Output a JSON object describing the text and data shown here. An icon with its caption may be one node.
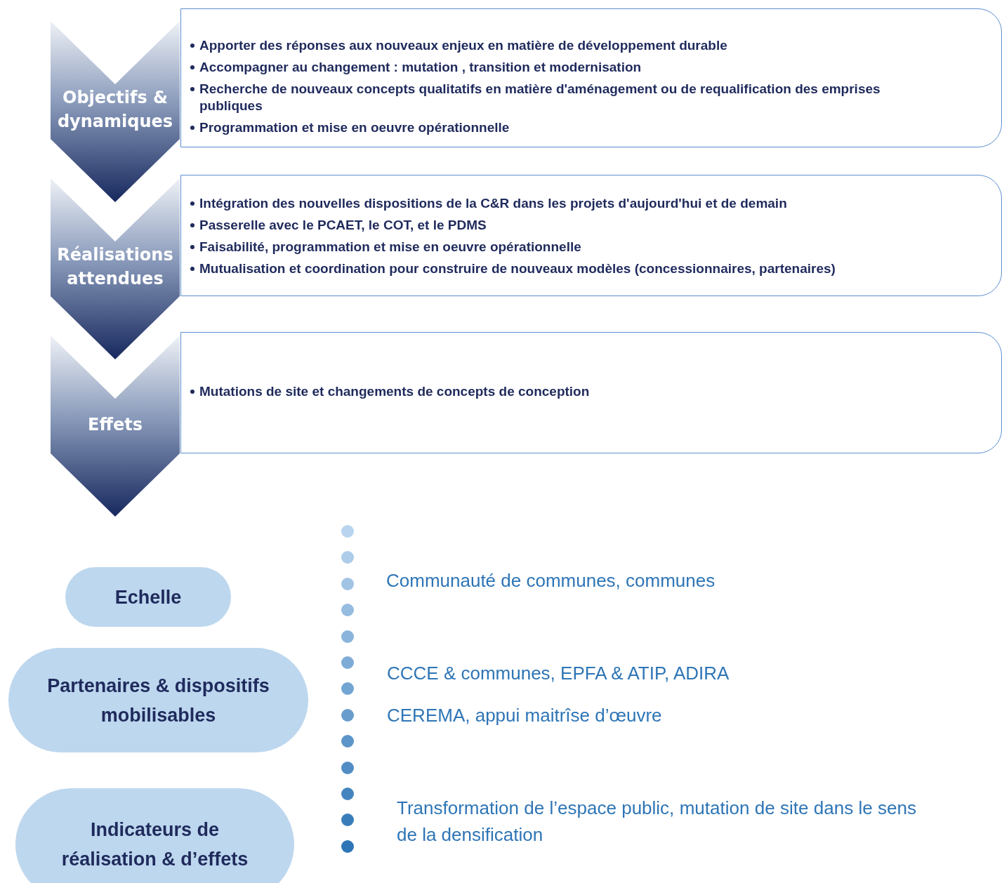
{
  "diagram": {
    "nodes": [
      {
        "text": [
          "Objectifs & dynamiques"
        ]
      },
      {
        "text": [
          "Apporter des réponses aux nouveaux enjeux en matière de développement durable",
          "Accompagner au changement : mutation , transition et modernisation",
          "Recherche de nouveaux concepts qualitatifs en matière d'aménagement ou de requalification des emprises publiques",
          "Programmation et mise en oeuvre opérationnelle"
        ]
      },
      {
        "text": [
          "Réalisations attendues"
        ]
      },
      {
        "text": [
          "Intégration des nouvelles dispositions de la C&R dans les projets d'aujourd'hui et de demain",
          "Passerelle avec le PCAET, le COT, et le PDMS",
          "Faisabilité, programmation et mise en oeuvre opérationnelle",
          "Mutualisation et coordination pour construire de nouveaux modèles (concessionnaires, partenaires)"
        ]
      },
      {
        "text": [
          "Effets"
        ]
      },
      {
        "text": [
          "Mutations de site et changements de concepts de conception"
        ]
      },
      {
        "text": [
          "Echelle"
        ]
      },
      {
        "text": [
          "Partenaires & dispositifs mobilisables"
        ]
      },
      {
        "text": [
          "Indicateurs de réalisation & d’effets"
        ]
      }
    ],
    "labels": [
      "Communauté de communes, communes",
      "CCCE & communes, EPFA & ATIP, ADIRA",
      "CEREMA, appui maitrîse d’œuvre",
      "Transformation de l’espace public, mutation de site dans le sens de la densification"
    ]
  }
}
